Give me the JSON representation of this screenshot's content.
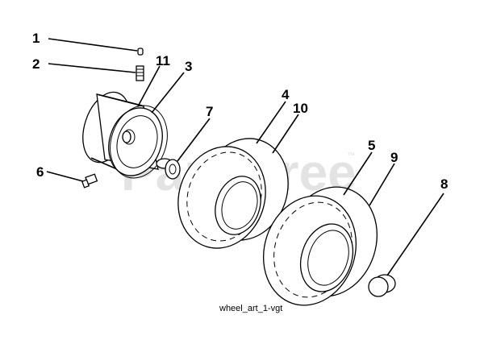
{
  "watermark": {
    "text": "PartsTree",
    "mark": "™"
  },
  "caption": "wheel_art_1-vgt",
  "callouts": {
    "c1": "1",
    "c2": "2",
    "c3": "3",
    "c4": "4",
    "c5": "5",
    "c6": "6",
    "c7": "7",
    "c8": "8",
    "c9": "9",
    "c10": "10",
    "c11": "11"
  },
  "colors": {
    "line": "#000000",
    "background": "#ffffff",
    "watermark": "#e3e3e3"
  }
}
